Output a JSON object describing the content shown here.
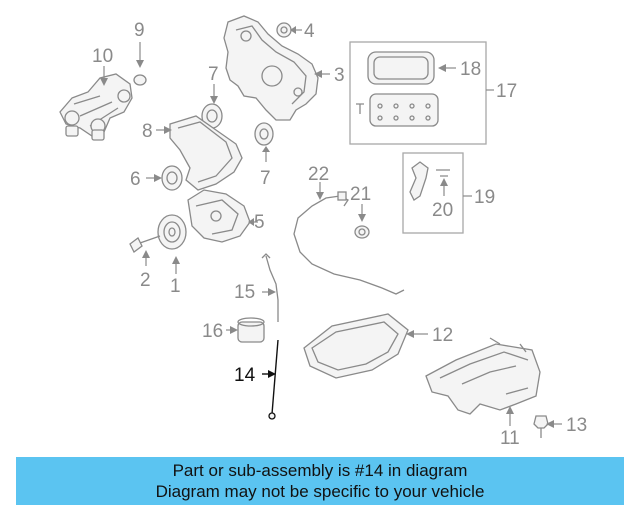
{
  "callouts": {
    "c1": "1",
    "c2": "2",
    "c3": "3",
    "c4": "4",
    "c5": "5",
    "c6": "6",
    "c7a": "7",
    "c7b": "7",
    "c8": "8",
    "c9": "9",
    "c10": "10",
    "c11": "11",
    "c12": "12",
    "c13": "13",
    "c14": "14",
    "c15": "15",
    "c16": "16",
    "c17": "17",
    "c18": "18",
    "c19": "19",
    "c20": "20",
    "c21": "21",
    "c22": "22"
  },
  "highlighted_part": "14",
  "banner": {
    "line1": "Part or sub-assembly is #14 in diagram",
    "line2": "Diagram may not be specific to your vehicle"
  },
  "colors": {
    "banner_bg": "#5bc4f1",
    "line_art": "#8a8a8a",
    "highlight": "#111111"
  }
}
